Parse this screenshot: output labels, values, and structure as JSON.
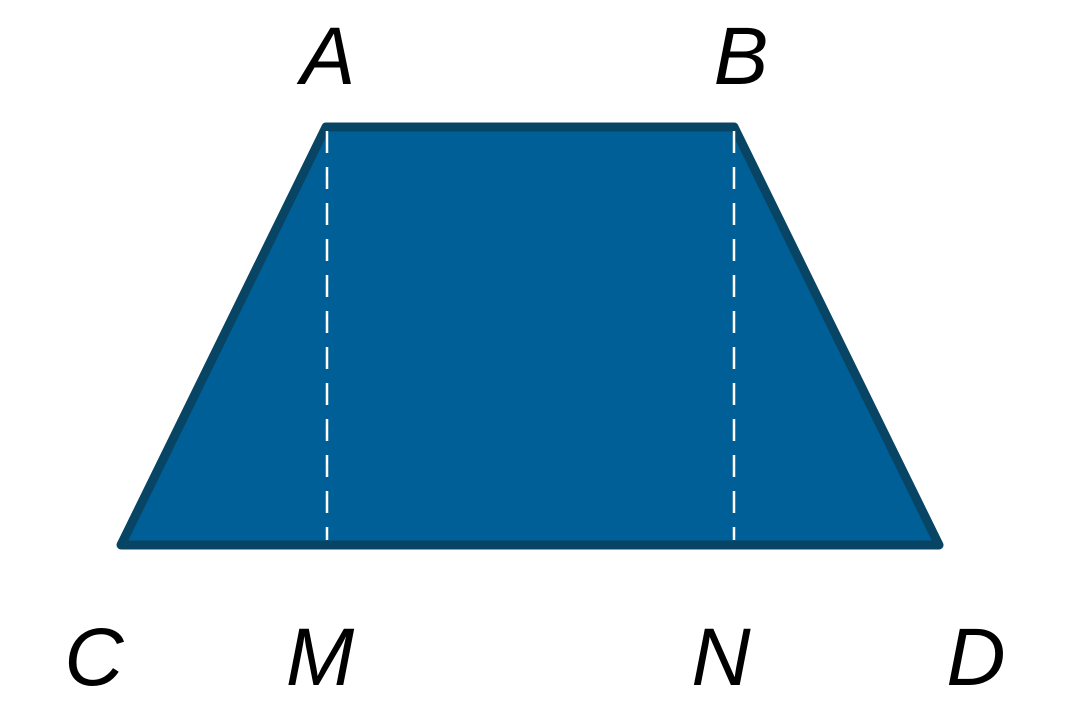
{
  "diagram": {
    "shape": "trapezoid",
    "fill_color": "#005f96",
    "stroke_color": "#084564",
    "dash_color": "#ffffff",
    "labels": {
      "A": "A",
      "B": "B",
      "C": "C",
      "D": "D",
      "M": "M",
      "N": "N"
    }
  }
}
